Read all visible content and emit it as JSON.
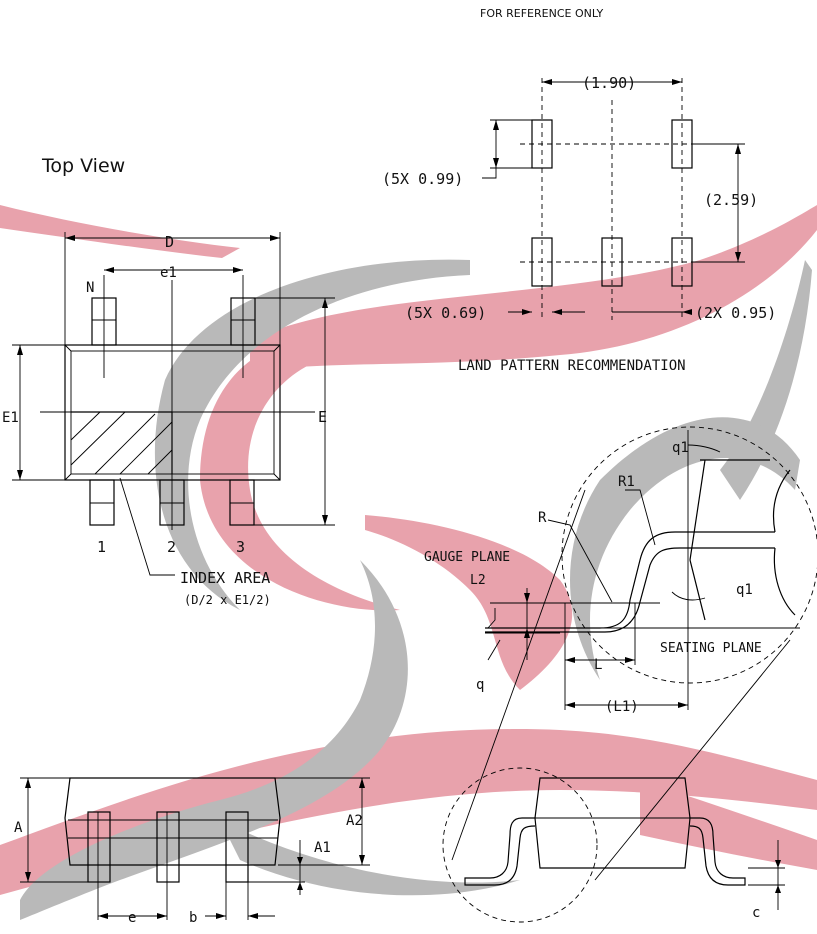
{
  "header": {
    "note": "FOR REFERENCE ONLY"
  },
  "top_view": {
    "title": "Top View",
    "labels": {
      "d": "D",
      "e1": "e1",
      "n": "N",
      "e1_side": "E1",
      "e": "E",
      "pin1": "1",
      "pin2": "2",
      "pin3": "3"
    },
    "index_area": {
      "label": "INDEX AREA",
      "formula": "(D/2 x E1/2)"
    }
  },
  "land_pattern": {
    "title": "LAND PATTERN RECOMMENDATION",
    "dims": {
      "pitch_x": "(1.90)",
      "pad_len": "(5X 0.99)",
      "row_span": "(2.59)",
      "pad_wid": "(5X 0.69)",
      "pitch": "(2X 0.95)"
    }
  },
  "detail": {
    "labels": {
      "q1_top": "q1",
      "r1": "R1",
      "r": "R",
      "gauge": "GAUGE PLANE",
      "l2": "L2",
      "q1_side": "q1",
      "seating": "SEATING PLANE",
      "l": "L",
      "q": "q",
      "l1": "(L1)"
    }
  },
  "side_view": {
    "labels": {
      "a": "A",
      "a2": "A2",
      "a1": "A1",
      "e": "e",
      "b": "b",
      "c": "c"
    }
  },
  "watermark": {
    "color_red": "#e8a2ac",
    "color_gray": "#b9b9b9"
  }
}
